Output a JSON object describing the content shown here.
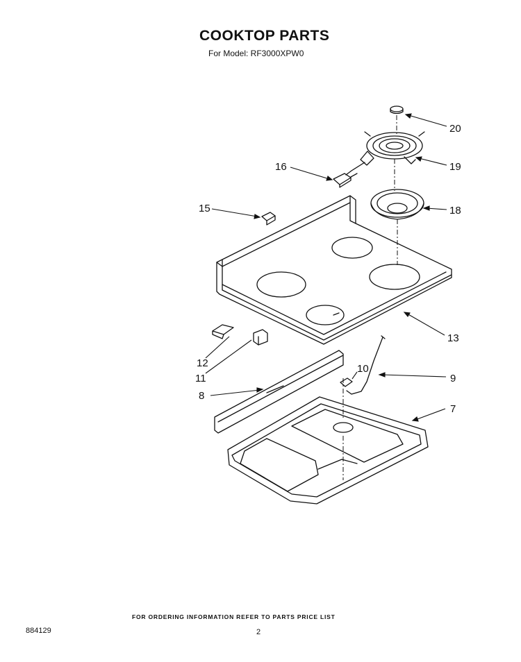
{
  "header": {
    "title": "COOKTOP PARTS",
    "subtitle": "For Model: RF3000XPW0"
  },
  "callouts": [
    "20",
    "19",
    "16",
    "18",
    "15",
    "13",
    "12",
    "11",
    "10",
    "9",
    "8",
    "7"
  ],
  "footer": {
    "note": "FOR ORDERING INFORMATION REFER TO PARTS PRICE LIST",
    "doc_id": "884129",
    "page": "2"
  }
}
